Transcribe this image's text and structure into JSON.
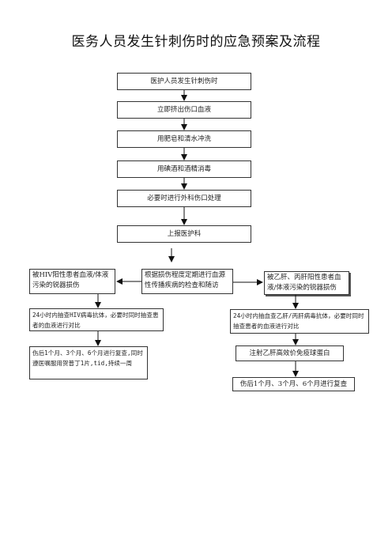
{
  "title": "医务人员发生针刺伤时的应急预案及流程",
  "steps": [
    "医护人员发生针刺伤时",
    "立即挤出伤口血液",
    "用肥皂和清水冲洗",
    "用碘酒和酒精消毒",
    "必要时进行外科伤口处理",
    "上报医护科"
  ],
  "center_node": "根据损伤程度定期进行血源性传播疾病的检查和随访",
  "left_branch": [
    "被HIV阳性患者血液/体液污染的锐器损伤",
    "24小时内抽查HIV病毒抗体，必要时同时抽查患者的血液进行对比",
    "伤后1个月、3个月、6个月进行复查,同时遵医嘱服用贺普丁1片,tid,持续一周"
  ],
  "right_branch": [
    "被乙肝、丙肝阳性患者血液/体液污染的锐器损伤",
    "24小时内抽血查乙肝/丙肝病毒抗体，必要时同时抽查患者的血液进行对比",
    "注射乙肝高效价免疫球蛋白",
    "伤后1个月、3个月、6个月进行复查"
  ]
}
